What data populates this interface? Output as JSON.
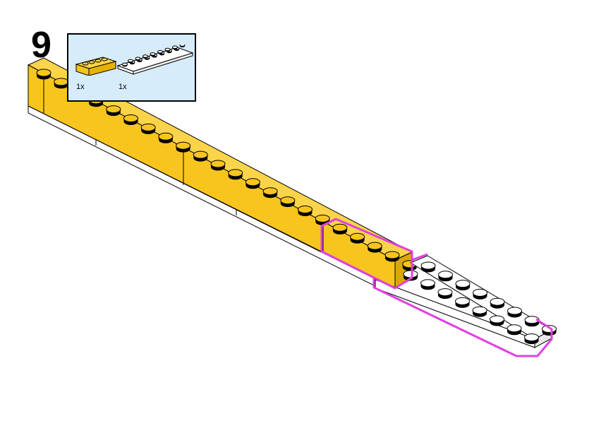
{
  "step": {
    "number": "9"
  },
  "parts_callout": {
    "background_color": "#d6ecfb",
    "items": [
      {
        "name": "yellow-brick-1x4",
        "color": "#f7c51e",
        "count": "1x"
      },
      {
        "name": "white-plate-2x8",
        "color": "#ffffff",
        "count": "1x"
      }
    ]
  },
  "model": {
    "brick_color": "#f7c51e",
    "plate_color": "#ffffff",
    "highlight_color": "#e040e0"
  }
}
